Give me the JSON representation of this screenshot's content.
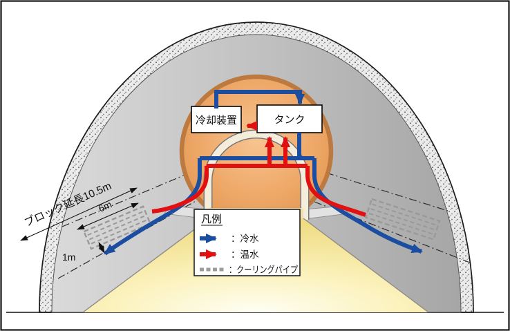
{
  "diagram": {
    "type": "tunnel-cooling-system-diagram",
    "boxes": {
      "cooling_device": "冷却装置",
      "tank": "タンク"
    },
    "dimensions": {
      "block_length": "ブロック延長10.5m",
      "pipe_length": "6m",
      "offset": "1m"
    },
    "legend": {
      "title": "凡例",
      "items": [
        {
          "sample": "blue-arrow",
          "label": "：冷水",
          "color": "#1b4da0"
        },
        {
          "sample": "red-arrow",
          "label": "：温水",
          "color": "#e11111"
        },
        {
          "sample": "gray-dashed-line",
          "label": "：クーリングパイプ",
          "color": "#9b9b9b"
        }
      ]
    },
    "colors": {
      "cold_water": "#1b4da0",
      "warm_water": "#e11111",
      "cooling_pipe": "#9b9b9b",
      "tunnel_bore": "#efaa6b",
      "road": "#f7eeb0",
      "lining": "#c2c2c2"
    }
  }
}
